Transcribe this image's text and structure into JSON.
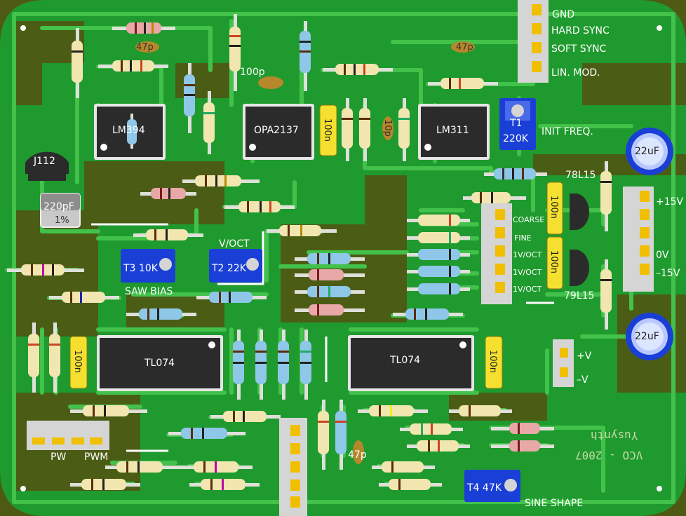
{
  "title": "Yusynth VCO - 2007",
  "brand": {
    "line1": "Yusynth",
    "line2": "VCO - 2007"
  },
  "colors": {
    "board": "#1f9a2e",
    "trace": "#42c24a",
    "ground": "#4e5a14",
    "chip": "#2b2b2b",
    "pot": "#1a3fd6",
    "cap100n": "#f5e030",
    "resistorBody": "#f2e6b0",
    "pin": "#f1f2ef"
  },
  "ics": [
    {
      "id": "u_lm394",
      "label": "LM394"
    },
    {
      "id": "u_opa",
      "label": "OPA2137"
    },
    {
      "id": "u_lm311",
      "label": "LM311"
    },
    {
      "id": "u_tl074a",
      "label": "TL074"
    },
    {
      "id": "u_tl074b",
      "label": "TL074"
    }
  ],
  "trimmers": [
    {
      "id": "t1",
      "line1": "T1",
      "line2": "220K",
      "caption": "INIT FREQ."
    },
    {
      "id": "t2",
      "label": "T2 22K",
      "caption": "V/OCT"
    },
    {
      "id": "t3",
      "label": "T3 10K",
      "caption": "SAW BIAS"
    },
    {
      "id": "t4",
      "label": "T4 47K",
      "caption": "SINE SHAPE"
    }
  ],
  "capacitors": {
    "c100n": "100n",
    "c47p": "47p",
    "c100p": "100p",
    "c10p": "10p",
    "c220pF": "220pF",
    "c220pF_tol": "1%",
    "c22uF": "22uF"
  },
  "transistors": {
    "j112": "J112",
    "reg_pos": "78L15",
    "reg_neg": "79L15"
  },
  "connectors": {
    "sync": [
      "GND",
      "HARD SYNC",
      "SOFT SYNC",
      "LIN. MOD."
    ],
    "cv": [
      "COARSE",
      "FINE",
      "1V/OCT",
      "1V/OCT",
      "1V/OCT"
    ],
    "power": [
      "+15V",
      "0V",
      "–15V"
    ],
    "out": [
      "+V",
      "–V"
    ],
    "pw": [
      "PW",
      "PWM"
    ]
  }
}
